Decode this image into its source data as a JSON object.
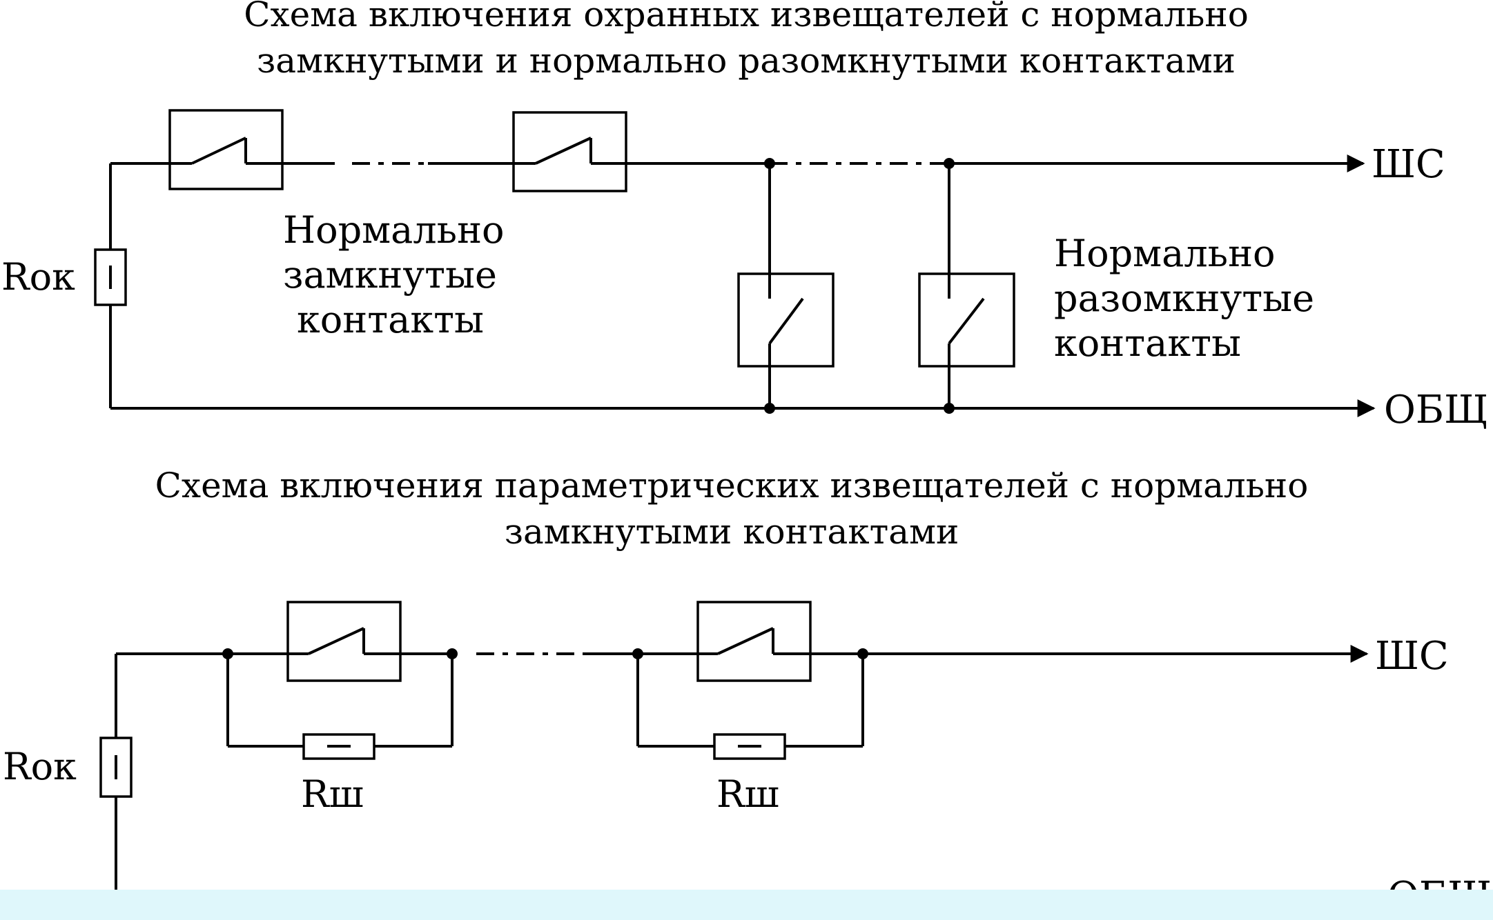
{
  "diagram_top": {
    "title_line1": "Схема включения охранных извещателей с нормально",
    "title_line2": "замкнутыми и нормально разомкнутыми контактами",
    "resistor_label": "Rок",
    "nc_label_line1": "Нормально",
    "nc_label_line2": "замкнутые",
    "nc_label_line3": "контакты",
    "no_label_line1": "Нормально",
    "no_label_line2": "разомкнутые",
    "no_label_line3": "контакты",
    "terminal_loop": "ШС",
    "terminal_common": "ОБЩ"
  },
  "diagram_bottom": {
    "title_line1": "Схема включения параметрических извещателей с нормально",
    "title_line2": "замкнутыми контактами",
    "resistor_label": "Rок",
    "shunt1_label": "Rш",
    "shunt2_label": "Rш",
    "terminal_loop": "ШС",
    "terminal_common": "ОБЩ"
  },
  "colors": {
    "line": "#000000",
    "background": "#ffffff",
    "bottom_strip": "#dff7fb"
  }
}
